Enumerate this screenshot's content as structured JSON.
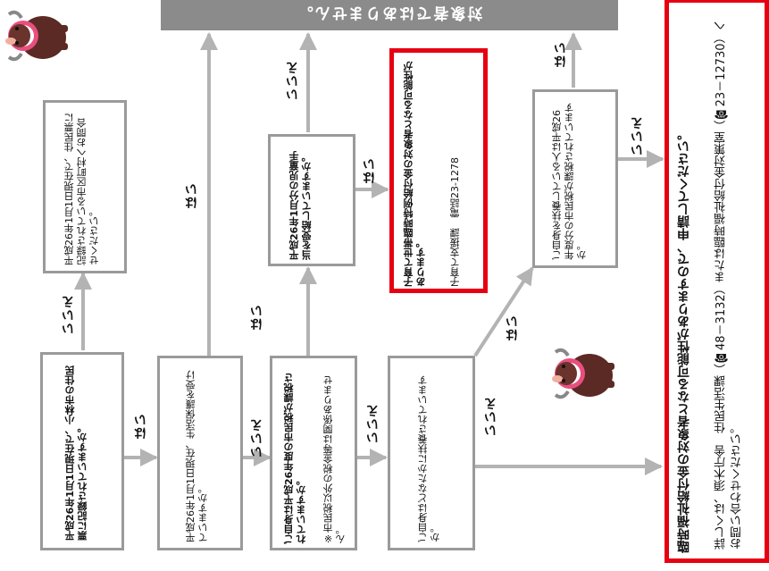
{
  "top_bar": {
    "text": "対象者ではありません。"
  },
  "boxes": {
    "q1": "平成26年1月1日現在で、小林市の住民票に記録されていますか。",
    "q2": "平成26年1月1日現在、生活保護を受けていますか。",
    "q3_main": "ご自身は平成26年度の市民税が課税されていますか。",
    "q3_note": "※市民税以外の税金等は関係ありません。",
    "q4": "ご自身はどなたかに扶養されていますか。",
    "note_resident": "平成26年1月1日現在で、住民票に記録されている市区町村へお問合せください。",
    "q5": "平成26年1月分の児童手当を受給していますか。",
    "q6": "ご自身を扶養している人は平成26年度分の市民税が課税されていますか。"
  },
  "kosodate": {
    "main": "子育て世帯臨時特例給付金の対象者となる可能性があります。",
    "contact": "子育て支援課　電話23-1278"
  },
  "result": {
    "main": "臨時福祉給付金の対象者となる可能性がありますので、申請してください。",
    "detail": "詳しくは、須木庁舎　住民生活課（☎48－3132）または臨時福祉給付金対策室（☎23－12730）へお問い合わせください。"
  },
  "labels": {
    "yes": "はい",
    "no": "いいえ"
  }
}
